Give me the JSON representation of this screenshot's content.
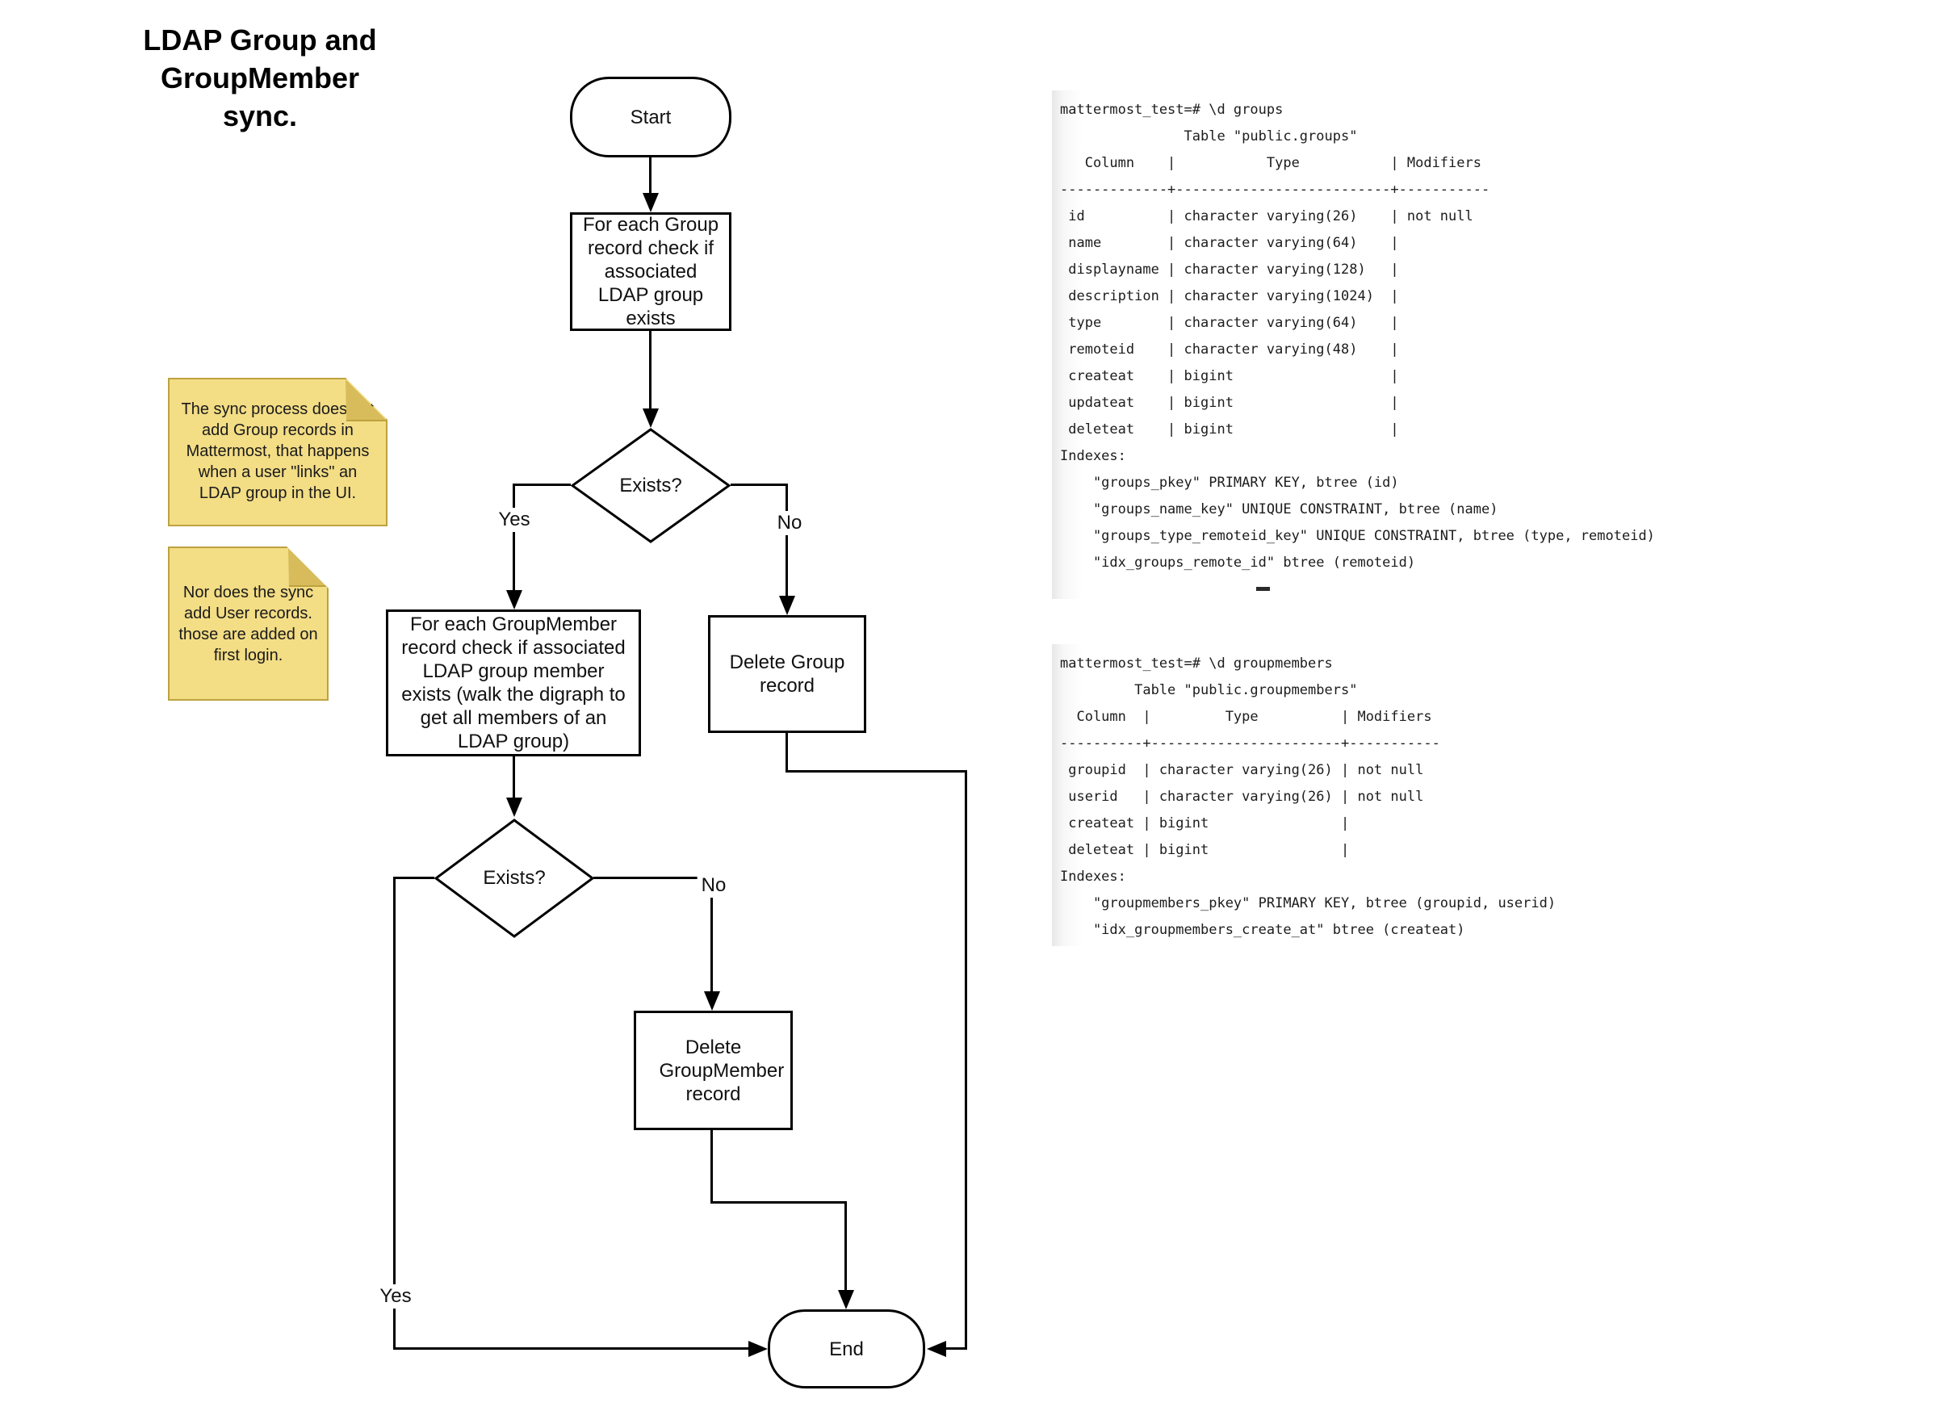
{
  "title": {
    "line1": "LDAP Group and",
    "line2": "GroupMember sync."
  },
  "flowchart": {
    "start": "Start",
    "process_group_check": "For each Group record check if associated LDAP group exists",
    "decision_group": "Exists?",
    "branch_yes_1": "Yes",
    "branch_no_1": "No",
    "process_groupmember_check": "For each GroupMember record check if associated LDAP group member exists (walk the digraph to get all members of an LDAP group)",
    "delete_group": "Delete Group record",
    "decision_groupmember": "Exists?",
    "branch_yes_2": "Yes",
    "branch_no_2": "No",
    "delete_groupmember": "Delete GroupMember record",
    "end": "End"
  },
  "notes": {
    "note1": "The sync process does not add Group records in Mattermost, that happens when a user \"links\" an LDAP group in the UI.",
    "note2": "Nor does the sync add User records. those are added on first login."
  },
  "terminal_groups": {
    "lines": [
      "mattermost_test=# \\d groups",
      "               Table \"public.groups\"",
      "   Column    |           Type           | Modifiers",
      "-------------+--------------------------+-----------",
      " id          | character varying(26)    | not null",
      " name        | character varying(64)    |",
      " displayname | character varying(128)   |",
      " description | character varying(1024)  |",
      " type        | character varying(64)    |",
      " remoteid    | character varying(48)    |",
      " createat    | bigint                   |",
      " updateat    | bigint                   |",
      " deleteat    | bigint                   |",
      "Indexes:",
      "    \"groups_pkey\" PRIMARY KEY, btree (id)",
      "    \"groups_name_key\" UNIQUE CONSTRAINT, btree (name)",
      "    \"groups_type_remoteid_key\" UNIQUE CONSTRAINT, btree (type, remoteid)",
      "    \"idx_groups_remote_id\" btree (remoteid)"
    ]
  },
  "terminal_groupmembers": {
    "lines": [
      "mattermost_test=# \\d groupmembers",
      "         Table \"public.groupmembers\"",
      "  Column  |         Type          | Modifiers",
      "----------+-----------------------+-----------",
      " groupid  | character varying(26) | not null",
      " userid   | character varying(26) | not null",
      " createat | bigint                |",
      " deleteat | bigint                |",
      "Indexes:",
      "    \"groupmembers_pkey\" PRIMARY KEY, btree (groupid, userid)",
      "    \"idx_groupmembers_create_at\" btree (createat)"
    ]
  }
}
